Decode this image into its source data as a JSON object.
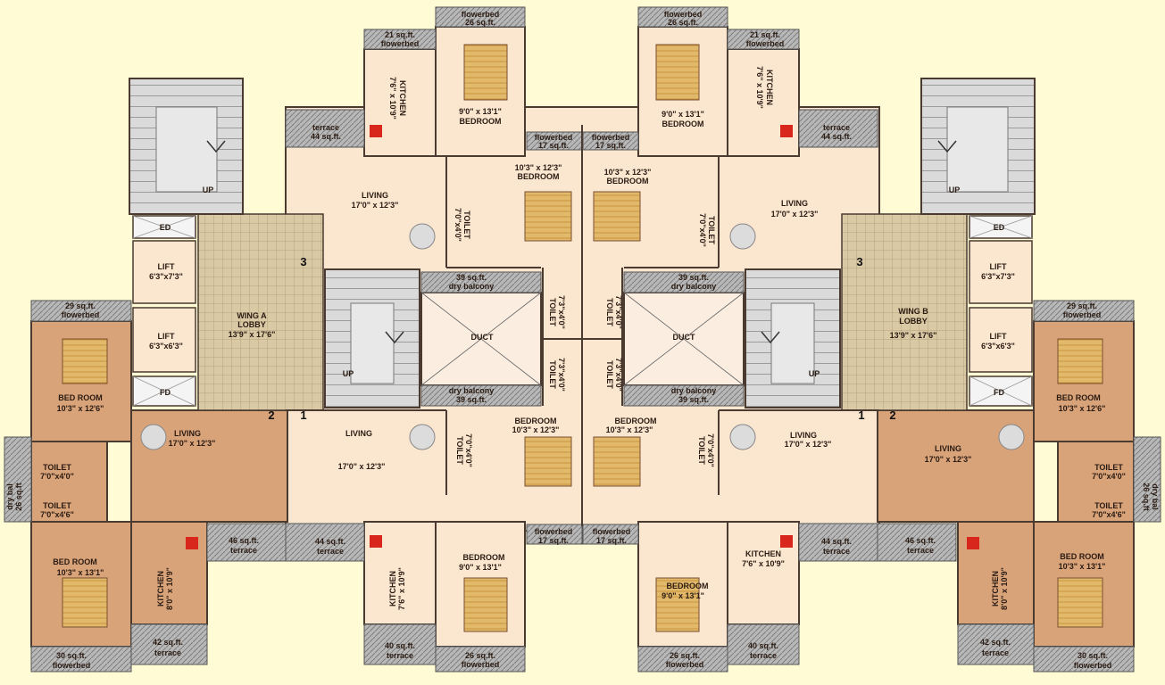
{
  "colors": {
    "background": "#fffbd5",
    "light_room": "#fbe6d0",
    "dark_room": "#d9a37a",
    "lobby": "#d9c9a5",
    "stairs": "#d8d8d8",
    "terrace": "#b3b3b3"
  },
  "labels": {
    "flowerbed_26": "flowerbed",
    "sqft_26": "26 sq.ft.",
    "sqft_21": "21 sq.ft.",
    "flowerbed": "flowerbed",
    "kitchen_dim_a": "7'6\" x 10'9\"",
    "kitchen": "KITCHEN",
    "bedroom_dim_a": "9'0\" x 13'1\"",
    "bedroom_caps": "BEDROOM",
    "terrace": "terrace",
    "sqft_44": "44 sq.ft.",
    "flowerbed_17": "flowerbed",
    "sqft_17": "17 sq.ft.",
    "bedroom_dim_b": "10'3\" x 12'3\"",
    "living": "LIVING",
    "living_dim": "17'0\" x 12'3\"",
    "toilet": "TOILET",
    "toilet_dim_a": "7'0\"x4'0\"",
    "toilet_dim_b": "7'3\"x4'0\"",
    "up": "UP",
    "ed": "ED",
    "fd": "FD",
    "lift": "LIFT",
    "lift_dim_a": "6'3\"x7'3\"",
    "lift_dim_b": "6'3\"x6'3\"",
    "wing_a": "WING A",
    "wing_b": "WING B",
    "lobby": "LOBBY",
    "lobby_dim": "13'9\" x 17'6\"",
    "sqft_39": "39 sq.ft.",
    "dry_balcony": "dry balcony",
    "duct": "DUCT",
    "sqft_29": "29 sq.ft.",
    "bed_room": "BED ROOM",
    "bed_room_dim_a": "10'3\" x 12'6\"",
    "toilet_dim_c": "7'0\"x4'0\"",
    "toilet_dim_d": "7'0\"x4'6\"",
    "dry_bal": "dry bal",
    "sqft_26b": "26 sq.ft",
    "bed_room_dim_b": "10'3\" x 13'1\"",
    "kitchen_dim_b": "8'0\" x 10'9\"",
    "kitchen_dim_c": "7'6\" x 10'9\"",
    "sqft_46": "46 sq.ft.",
    "sqft_42": "42 sq.ft.",
    "sqft_40": "40 sq.ft.",
    "sqft_30": "30 sq.ft.",
    "n1": "1",
    "n2": "2",
    "n3": "3"
  }
}
